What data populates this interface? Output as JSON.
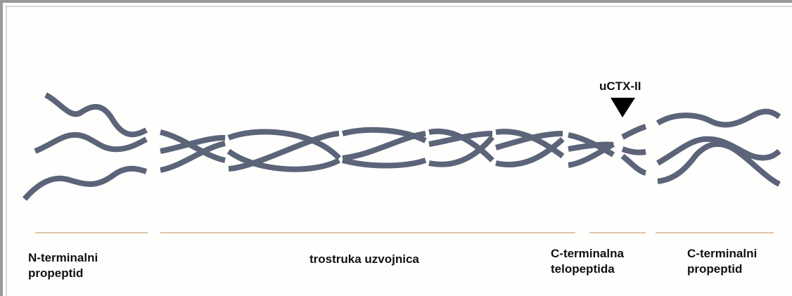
{
  "marker": {
    "label": "uCTX-II"
  },
  "regions": [
    {
      "id": "n-terminal",
      "label": "N-terminalni\npropeptid"
    },
    {
      "id": "triple-helix",
      "label": "trostruka uzvojnica"
    },
    {
      "id": "c-telopeptide",
      "label": "C-terminalna\ntelopeptida"
    },
    {
      "id": "c-terminal",
      "label": "C-terminalni\npropeptid"
    }
  ],
  "colors": {
    "strand": "#5b6478",
    "divider": "#e2c5a6",
    "marker": "#000000"
  }
}
